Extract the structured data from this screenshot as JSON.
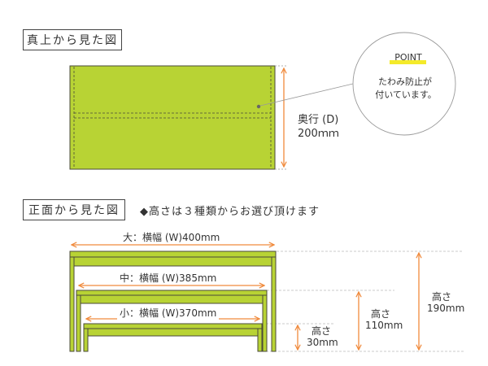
{
  "colors": {
    "lime": "#b8d334",
    "orange": "#f08a3c",
    "highlight": "#f4ea2a",
    "outline": "#4a4a3a",
    "dashed_guide": "#bbbbbb"
  },
  "top_view": {
    "title": "真上から見た図",
    "depth_label": "奥行 (D)",
    "depth_value": "200ｍｍ"
  },
  "point_callout": {
    "heading": "POINT",
    "line1": "たわみ防止が",
    "line2": "付いています。"
  },
  "front_view": {
    "title": "正面から見た図",
    "note": "◆高さは３種類からお選び頂けます",
    "large": {
      "width_label": "大：横幅 (W)400mm",
      "height_label": "高さ",
      "height_value": "190mm"
    },
    "medium": {
      "width_label": "中：横幅 (W)385mm",
      "height_label": "高さ",
      "height_value": "110mm"
    },
    "small": {
      "width_label": "小：横幅 (W)370mm",
      "height_label": "高さ",
      "height_value": "30mm"
    }
  }
}
